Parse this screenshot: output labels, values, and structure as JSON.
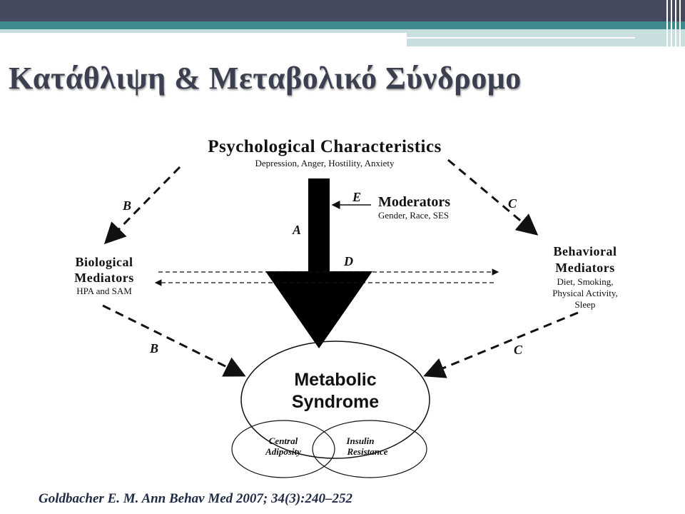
{
  "slide": {
    "title": "Κατάθλιψη & Μεταβολικό Σύνδρομο",
    "citation": "Goldbacher E. M. Ann Behav Med 2007; 34(3):240–252"
  },
  "diagram": {
    "psych": {
      "title": "Psychological Characteristics",
      "subtitle": "Depression, Anger, Hostility, Anxiety"
    },
    "moderators": {
      "title": "Moderators",
      "subtitle": "Gender, Race, SES"
    },
    "biological": {
      "line1": "Biological",
      "line2": "Mediators",
      "subtitle": "HPA and SAM"
    },
    "behavioral": {
      "line1": "Behavioral",
      "line2": "Mediators",
      "sub1": "Diet, Smoking,",
      "sub2": "Physical Activity,",
      "sub3": "Sleep"
    },
    "metabolic": {
      "line1": "Metabolic",
      "line2": "Syndrome"
    },
    "central": {
      "line1": "Central",
      "line2": "Adiposity"
    },
    "insulin": {
      "line1": "Insulin",
      "line2": "Resistance"
    },
    "paths": {
      "a": "A",
      "b_top": "B",
      "b_bottom": "B",
      "c_top": "C",
      "c_bottom": "C",
      "d": "D",
      "e": "E"
    }
  }
}
